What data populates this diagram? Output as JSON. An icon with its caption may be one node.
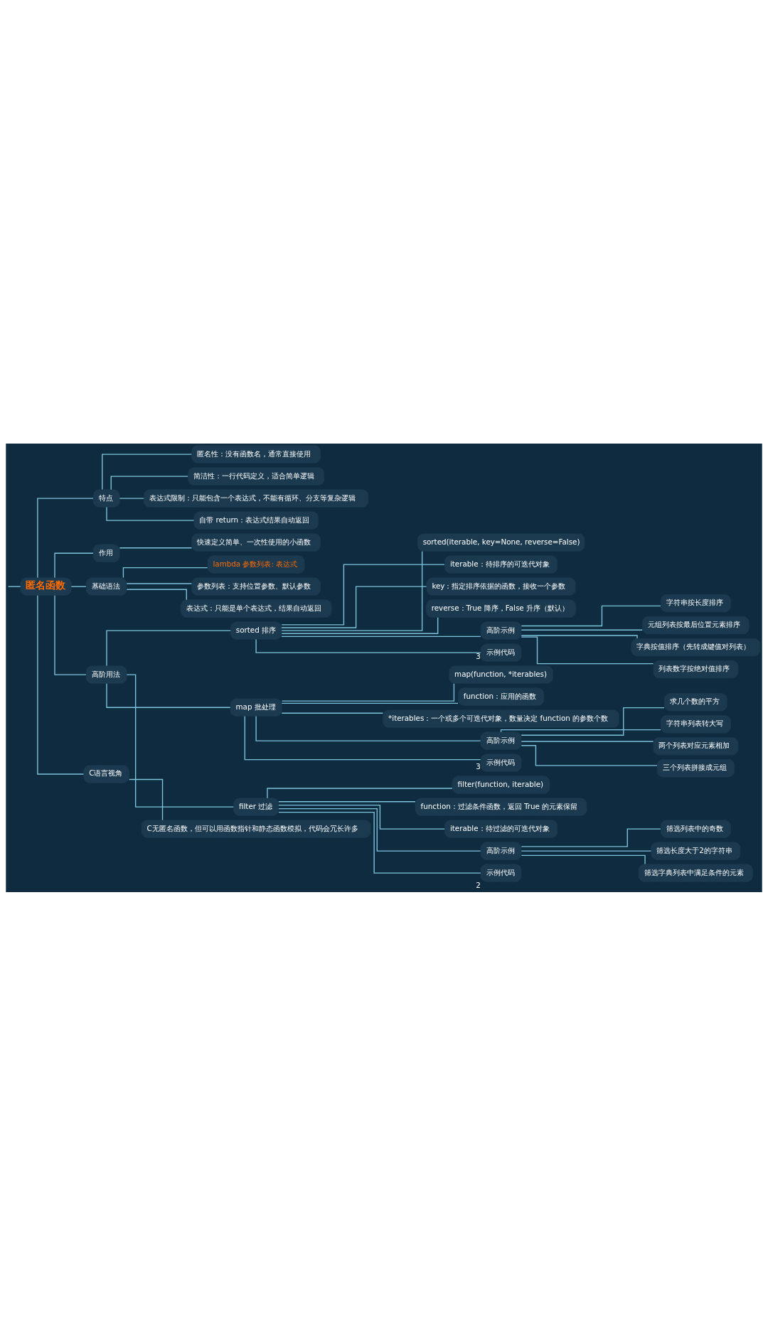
{
  "diagram": {
    "nodes": [
      {
        "text": [
          "匿名函数"
        ]
      },
      {
        "text": [
          "特点"
        ]
      },
      {
        "text": [
          "匿名性：没有函数名，通常直接使用"
        ]
      },
      {
        "text": [
          "简洁性：一行代码定义，适合简单逻辑"
        ]
      },
      {
        "text": [
          "表达式限制：只能包含一个表达式，不能有循环、分支等复杂逻辑"
        ]
      },
      {
        "text": [
          "自带 return：表达式结果自动返回"
        ]
      },
      {
        "text": [
          "作用"
        ]
      },
      {
        "text": [
          "快速定义简单、一次性使用的小函数"
        ]
      },
      {
        "text": [
          "基础语法"
        ]
      },
      {
        "text": [
          "lambda 参数列表: 表达式"
        ]
      },
      {
        "text": [
          "参数列表：支持位置参数、默认参数"
        ]
      },
      {
        "text": [
          "表达式：只能是单个表达式，结果自动返回"
        ]
      },
      {
        "text": [
          "高阶用法"
        ]
      },
      {
        "text": [
          "sorted 排序"
        ]
      },
      {
        "text": [
          "sorted(iterable, key=None, reverse=False)"
        ]
      },
      {
        "text": [
          "iterable：待排序的可迭代对象"
        ]
      },
      {
        "text": [
          "key：指定排序依据的函数，接收一个参数"
        ]
      },
      {
        "text": [
          "reverse：True 降序，False 升序（默认）"
        ]
      },
      {
        "text": [
          "高阶示例"
        ]
      },
      {
        "text": [
          "字符串按长度排序"
        ]
      },
      {
        "text": [
          "元组列表按最后位置元素排序"
        ]
      },
      {
        "text": [
          "字典按值排序（先转成键值对列表）"
        ]
      },
      {
        "text": [
          "列表数字按绝对值排序"
        ]
      },
      {
        "text": [
          "示例代码"
        ],
        "beside": [
          "3"
        ]
      },
      {
        "text": [
          "map 批处理"
        ]
      },
      {
        "text": [
          "map(function, *iterables)"
        ]
      },
      {
        "text": [
          "function：应用的函数"
        ]
      },
      {
        "text": [
          "*iterables：一个或多个可迭代对象，数量决定 function 的参数个数"
        ]
      },
      {
        "text": [
          "高阶示例"
        ]
      },
      {
        "text": [
          "求几个数的平方"
        ]
      },
      {
        "text": [
          "字符串列表转大写"
        ]
      },
      {
        "text": [
          "两个列表对应元素相加"
        ]
      },
      {
        "text": [
          "三个列表拼接成元组"
        ]
      },
      {
        "text": [
          "示例代码"
        ],
        "beside": [
          "3"
        ]
      },
      {
        "text": [
          "filter 过滤"
        ]
      },
      {
        "text": [
          "filter(function, iterable)"
        ]
      },
      {
        "text": [
          "function：过滤条件函数，返回 True 的元素保留"
        ]
      },
      {
        "text": [
          "iterable：待过滤的可迭代对象"
        ]
      },
      {
        "text": [
          "高阶示例"
        ]
      },
      {
        "text": [
          "筛选列表中的奇数"
        ]
      },
      {
        "text": [
          "筛选长度大于2的字符串"
        ]
      },
      {
        "text": [
          "筛选字典列表中满足条件的元素"
        ]
      },
      {
        "text": [
          "示例代码"
        ],
        "beside": [
          "2"
        ]
      },
      {
        "text": [
          "C语言视角"
        ]
      },
      {
        "text": [
          "C无匿名函数，但可以用函数指针和静态函数模拟，代码会冗长许多"
        ]
      }
    ],
    "edges": [
      {
        "from": null,
        "to": 0,
        "arrow": "none"
      },
      {
        "from": 0,
        "to": 1,
        "arrow": "none"
      },
      {
        "from": 1,
        "to": 2,
        "arrow": "none"
      },
      {
        "from": 1,
        "to": 3,
        "arrow": "none"
      },
      {
        "from": 1,
        "to": 4,
        "arrow": "none"
      },
      {
        "from": 1,
        "to": 5,
        "arrow": "none"
      },
      {
        "from": 0,
        "to": 6,
        "arrow": "none"
      },
      {
        "from": 6,
        "to": 7,
        "arrow": "none"
      },
      {
        "from": 0,
        "to": 8,
        "arrow": "none"
      },
      {
        "from": 8,
        "to": 9,
        "arrow": "none"
      },
      {
        "from": 8,
        "to": 10,
        "arrow": "none"
      },
      {
        "from": 8,
        "to": 11,
        "arrow": "none"
      },
      {
        "from": 0,
        "to": 12,
        "arrow": "none"
      },
      {
        "from": 12,
        "to": 13,
        "arrow": "none"
      },
      {
        "from": 13,
        "to": 14,
        "arrow": "none"
      },
      {
        "from": 13,
        "to": 15,
        "arrow": "none"
      },
      {
        "from": 13,
        "to": 16,
        "arrow": "none"
      },
      {
        "from": 13,
        "to": 17,
        "arrow": "none"
      },
      {
        "from": 13,
        "to": 18,
        "arrow": "none"
      },
      {
        "from": 18,
        "to": 19,
        "arrow": "none"
      },
      {
        "from": 18,
        "to": 20,
        "arrow": "none"
      },
      {
        "from": 18,
        "to": 21,
        "arrow": "none"
      },
      {
        "from": 18,
        "to": 22,
        "arrow": "none"
      },
      {
        "from": 13,
        "to": 23,
        "arrow": "none"
      },
      {
        "from": 12,
        "to": 24,
        "arrow": "none"
      },
      {
        "from": 24,
        "to": 25,
        "arrow": "none"
      },
      {
        "from": 24,
        "to": 26,
        "arrow": "none"
      },
      {
        "from": 24,
        "to": 27,
        "arrow": "none"
      },
      {
        "from": 24,
        "to": 28,
        "arrow": "none"
      },
      {
        "from": 28,
        "to": 29,
        "arrow": "none"
      },
      {
        "from": 28,
        "to": 30,
        "arrow": "none"
      },
      {
        "from": 28,
        "to": 31,
        "arrow": "none"
      },
      {
        "from": 28,
        "to": 32,
        "arrow": "none"
      },
      {
        "from": 24,
        "to": 33,
        "arrow": "none"
      },
      {
        "from": 12,
        "to": 34,
        "arrow": "none"
      },
      {
        "from": 34,
        "to": 35,
        "arrow": "none"
      },
      {
        "from": 34,
        "to": 36,
        "arrow": "none"
      },
      {
        "from": 34,
        "to": 37,
        "arrow": "none"
      },
      {
        "from": 34,
        "to": 38,
        "arrow": "none"
      },
      {
        "from": 38,
        "to": 39,
        "arrow": "none"
      },
      {
        "from": 38,
        "to": 40,
        "arrow": "none"
      },
      {
        "from": 38,
        "to": 41,
        "arrow": "none"
      },
      {
        "from": 34,
        "to": 42,
        "arrow": "none"
      },
      {
        "from": 0,
        "to": 43,
        "arrow": "none"
      },
      {
        "from": 43,
        "to": 44,
        "arrow": "none"
      }
    ]
  }
}
